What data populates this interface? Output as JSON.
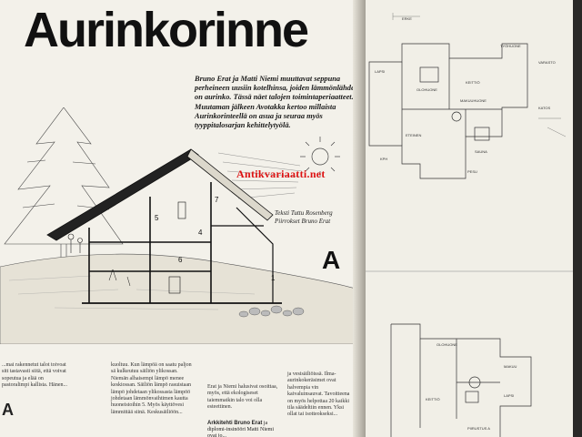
{
  "article": {
    "headline": "Aurinkorinne",
    "intro": "Bruno Erat ja Matti Niemi muuttavat seppuna perheineen uusiin kotelhinsa, joiden lämmönlähde on aurinko. Tässä näet talojen toimintaperiaatteet. Muutaman jälkeen Avotakka kertoo millaista Aurinkorinteellä on asua ja seuraa myös tyyppitalosarjan kehittelytyölä.",
    "credits_text": "Teksti Tuttu Rosenberg",
    "credits_photos": "Piirrokset Bruno Erat",
    "section_letter": "A",
    "drawing_numbers": [
      "5",
      "4",
      "6",
      "1",
      "7"
    ]
  },
  "watermark": "Antikvariaatti.net",
  "columns": {
    "col1": "...mai rakennetut talot toivoat sitt tastavasti siitä, että voivat sopeutua ja elää on pastoralimpi kallista. Hänen...",
    "col2": "kuoltuu. Kun lämpöä on saatu paljon sä kulkeutuu säiliön ylikossan. Niemän alhaisempi lämpö menee keskiossan. Säiliön lämpö rasuistaan lämpö johdetaan ylikossasta lämpöö johdetaan lämmönvaihtimen kautta huoneistoihin 5. Myös käyttövesi lämmittää siinä. Keskusäiliöön...",
    "col3": "Erat ja Niemi halusivat osoittaa, myös, että ekologiseset taiemmatkin talo voi olla esteettinen.",
    "col4": "ja vesisäiliöissä. Ilma-aurinkokeräsimet ovat halvempia vin kaivaluinsauvat. Tavoitteena on myös helpottaa 20 kaikki tila säädeltiin ennen. Yksi ollat tai isotteokseksi..."
  },
  "caption": {
    "bold": "Arkkitehti Bruno Erat",
    "rest": "ja diplomi-insinööri Matti Niemi ovat jo..."
  },
  "plans": {
    "upper_labels": [
      "ERKE",
      "LAPSI",
      "OLOHUONE",
      "KEITTIÖ",
      "TYÖHUONE",
      "MAKUUHUONE",
      "ETEINEN",
      "SAUNA",
      "PESU",
      "VARASTO",
      "KPH",
      "KATOS"
    ],
    "lower_labels": [
      "OLOHUONE",
      "MAKUU",
      "LAPSI",
      "KEITTIÖ"
    ],
    "caption": "PIIRUSTUS A"
  },
  "colors": {
    "paper": "#f3f1ea",
    "ink": "#111111",
    "watermark": "#dd1111",
    "background": "#1e1d1b"
  }
}
